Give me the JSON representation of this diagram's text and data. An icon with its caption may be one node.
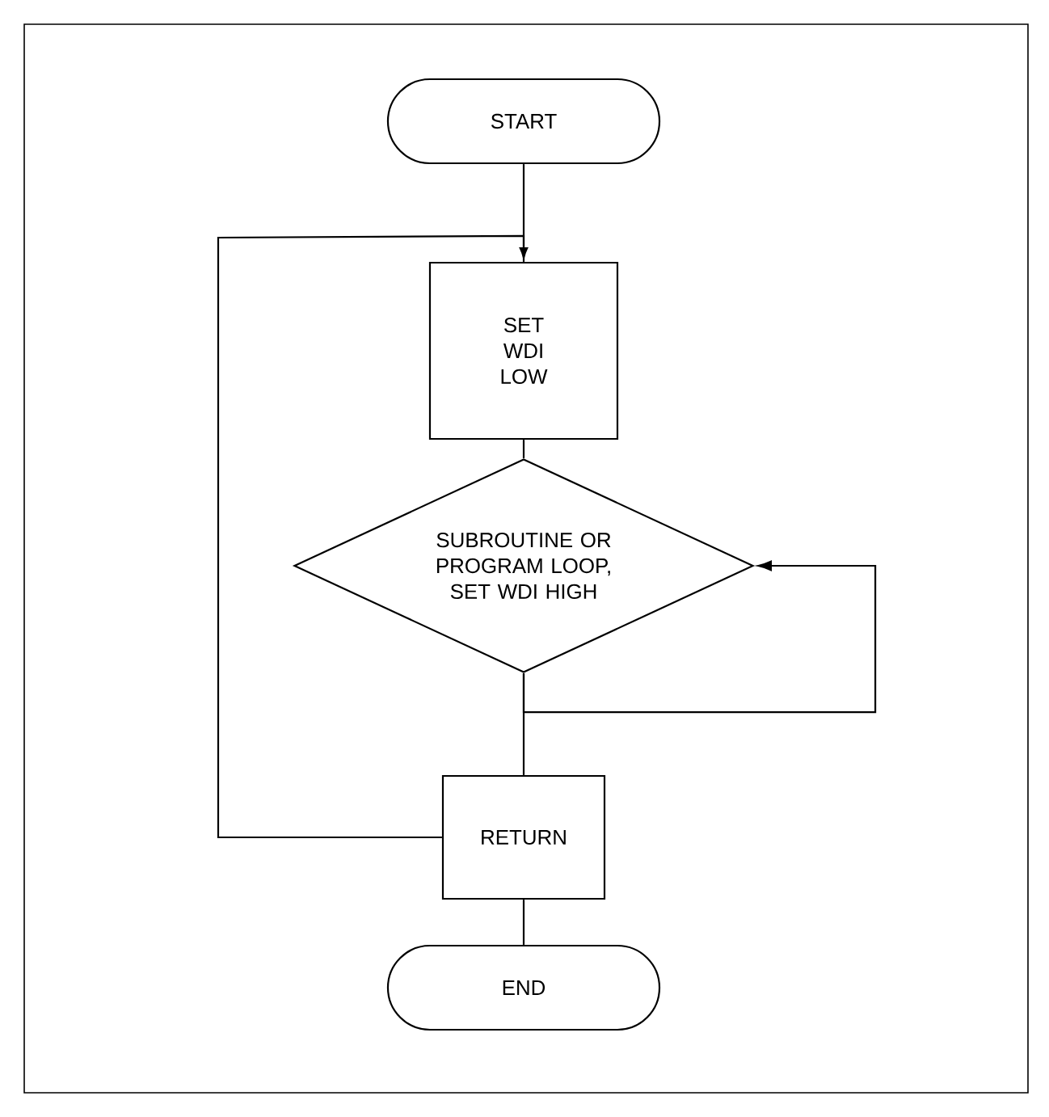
{
  "diagram": {
    "nodes": [
      {
        "text": [
          "START"
        ]
      },
      {
        "text": [
          "SET WDI LOW"
        ]
      },
      {
        "text": [
          "SUBROUTINE OR PROGRAM LOOP, SET WDI HIGH"
        ]
      },
      {
        "text": [
          "RETURN"
        ]
      },
      {
        "text": [
          "END"
        ]
      }
    ],
    "edges": [
      {
        "from": 0,
        "to": 1,
        "arrow": "none"
      },
      {
        "from": 1,
        "to": 2,
        "arrow": "none"
      },
      {
        "from": 2,
        "to": 3,
        "arrow": "none"
      },
      {
        "from": 2,
        "to": 2,
        "arrow": "to"
      },
      {
        "from": 3,
        "to": 1,
        "arrow": "to"
      },
      {
        "from": 3,
        "to": 4,
        "arrow": "none"
      }
    ]
  }
}
